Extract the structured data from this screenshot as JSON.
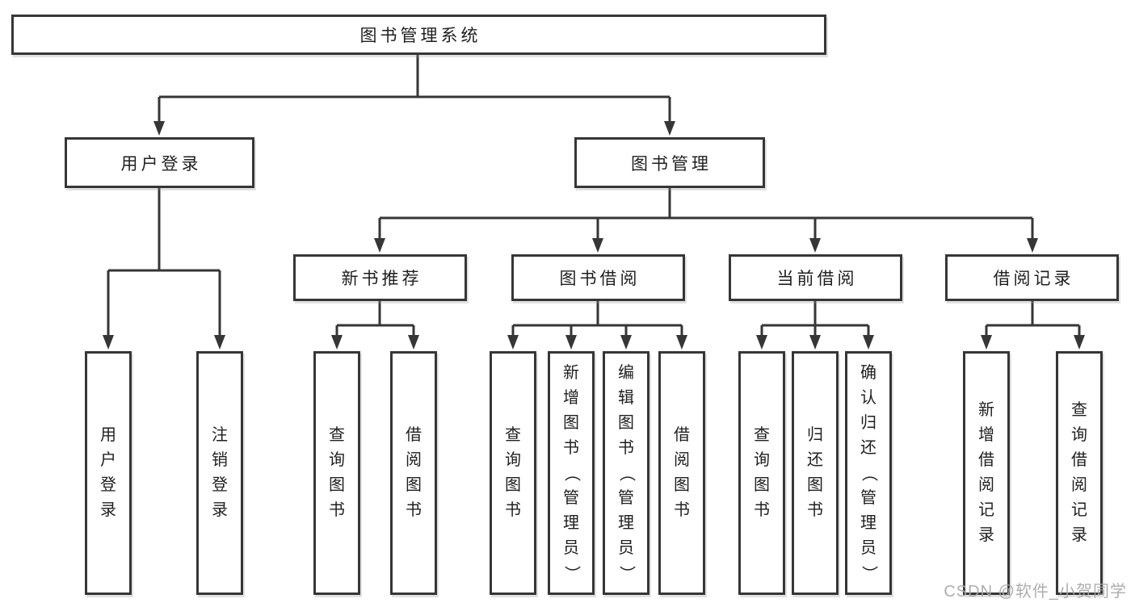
{
  "diagram": {
    "root": "图书管理系统",
    "user_login": {
      "label": "用户登录",
      "children": [
        "用户登录",
        "注销登录"
      ]
    },
    "book_mgmt": {
      "label": "图书管理",
      "modules": {
        "new_book": {
          "label": "新书推荐",
          "children": [
            "查询图书",
            "借阅图书"
          ]
        },
        "book_borrow": {
          "label": "图书借阅",
          "children": [
            "查询图书",
            "新增图书（管理员）",
            "编辑图书（管理员）",
            "借阅图书"
          ]
        },
        "current_borrow": {
          "label": "当前借阅",
          "children": [
            "查询图书",
            "归还图书",
            "确认归还（管理员）"
          ]
        },
        "borrow_record": {
          "label": "借阅记录",
          "children": [
            "新增借阅记录",
            "查询借阅记录"
          ]
        }
      }
    }
  },
  "watermark": "CSDN @软件_小贺同学",
  "colors": {
    "line": "#363636",
    "text": "#1f1f1f",
    "background": "#ffffff",
    "watermark": "#a8a8a8"
  }
}
